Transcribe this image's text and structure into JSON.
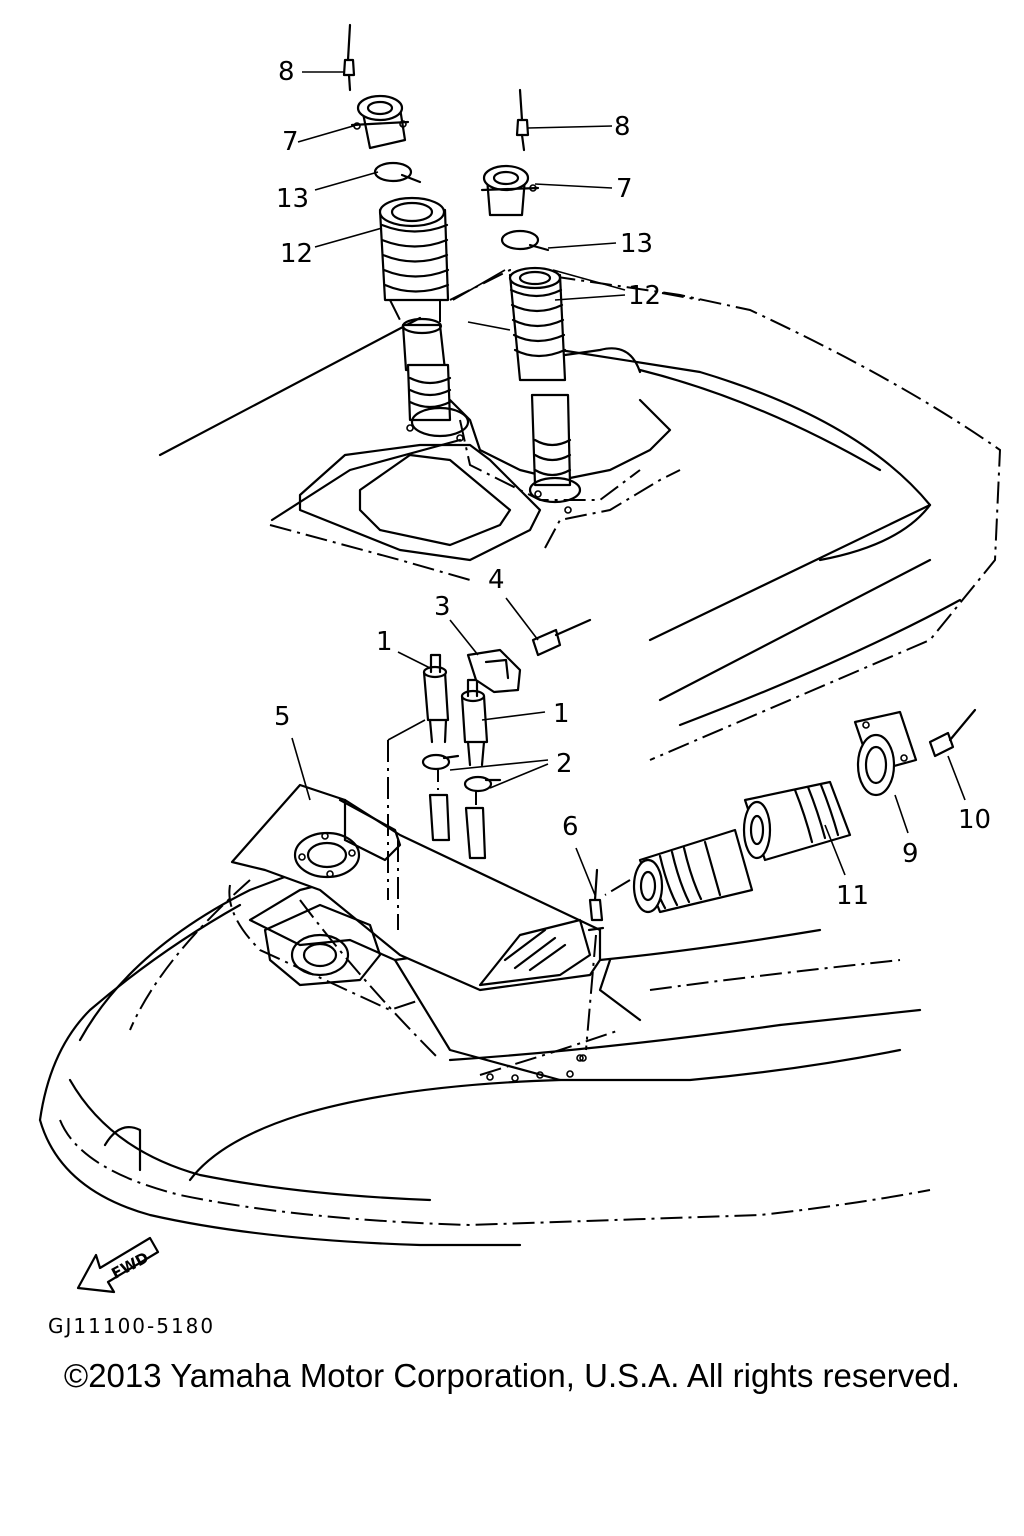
{
  "diagram": {
    "callouts": {
      "c1a": "1",
      "c1b": "1",
      "c2": "2",
      "c3": "3",
      "c4": "4",
      "c5": "5",
      "c6": "6",
      "c7a": "7",
      "c7b": "7",
      "c8a": "8",
      "c8b": "8",
      "c9": "9",
      "c10": "10",
      "c11": "11",
      "c12a": "12",
      "c12b": "12",
      "c13a": "13",
      "c13b": "13"
    },
    "fwd_label": "FWD"
  },
  "footer": {
    "code": "GJ11100-5180",
    "copyright": "©2013 Yamaha Motor Corporation, U.S.A. All rights reserved."
  }
}
